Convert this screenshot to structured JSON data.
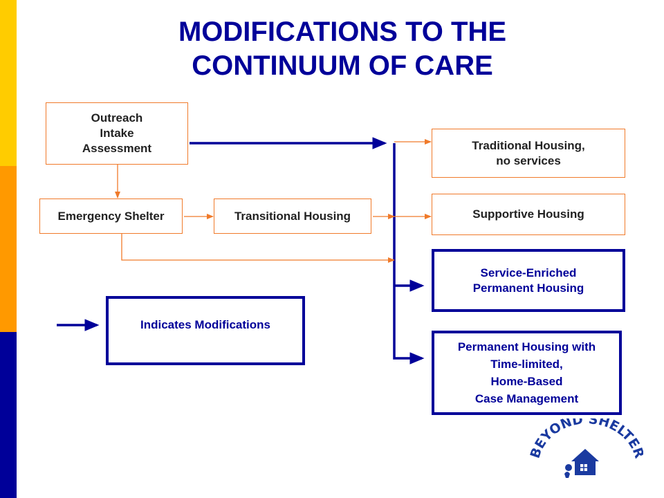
{
  "title": {
    "line1": "MODIFICATIONS TO THE",
    "line2": "CONTINUUM OF CARE"
  },
  "colors": {
    "navy": "#000099",
    "orange": "#f07a2a",
    "band_yellow": "#ffcc00",
    "band_orange": "#ff9900",
    "band_blue": "#000099"
  },
  "boxes": {
    "outreach": {
      "line1": "Outreach",
      "line2": "Intake",
      "line3": "Assessment"
    },
    "emergency": {
      "label": "Emergency Shelter"
    },
    "transitional": {
      "label": "Transitional Housing"
    },
    "traditional": {
      "line1": "Traditional Housing,",
      "line2": "no services"
    },
    "supportive": {
      "label": "Supportive Housing"
    },
    "service_enriched": {
      "line1": "Service-Enriched",
      "line2": "Permanent Housing"
    },
    "permanent_case": {
      "line1": "Permanent Housing with",
      "line2": "Time-limited,",
      "line3": "Home-Based",
      "line4": "Case Management"
    }
  },
  "legend": {
    "label": "Indicates Modifications"
  },
  "logo": {
    "text": "BEYOND SHELTER",
    "icon": "house-icon"
  }
}
